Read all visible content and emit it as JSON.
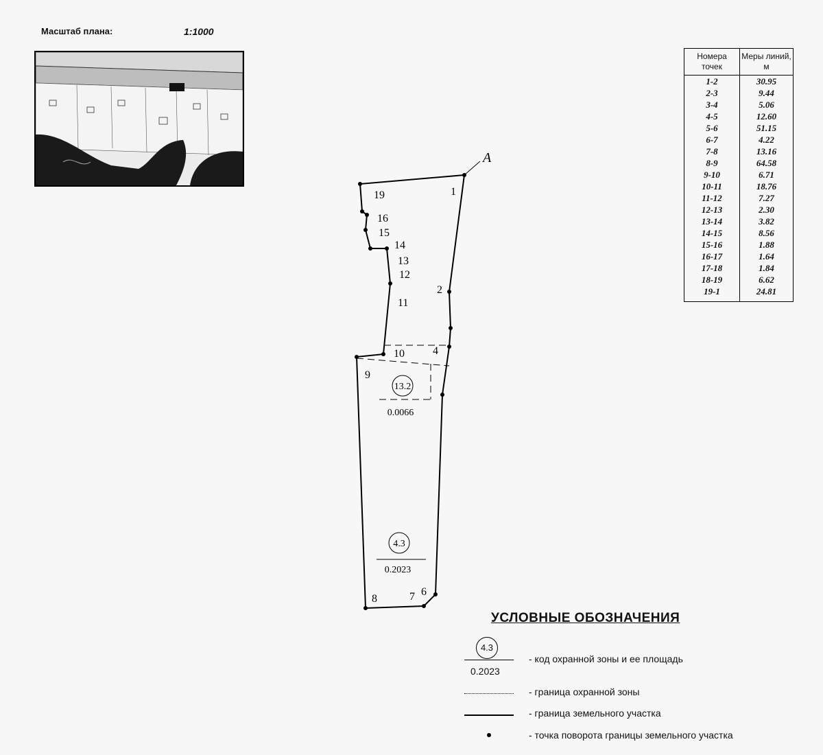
{
  "scale": {
    "label": "Масштаб плана:",
    "value": "1:1000"
  },
  "north_marker": "A",
  "points": [
    "1",
    "2",
    "4",
    "6",
    "7",
    "8",
    "9",
    "10",
    "11",
    "12",
    "13",
    "14",
    "15",
    "16",
    "19"
  ],
  "zones": [
    {
      "code": "13.2",
      "area": "0.0066"
    },
    {
      "code": "4.3",
      "area": "0.2023"
    }
  ],
  "table": {
    "header_points": "Номера точек",
    "header_lengths": "Меры линий, м",
    "rows": [
      {
        "seg": "1-2",
        "len": "30.95"
      },
      {
        "seg": "2-3",
        "len": "9.44"
      },
      {
        "seg": "3-4",
        "len": "5.06"
      },
      {
        "seg": "4-5",
        "len": "12.60"
      },
      {
        "seg": "5-6",
        "len": "51.15"
      },
      {
        "seg": "6-7",
        "len": "4.22"
      },
      {
        "seg": "7-8",
        "len": "13.16"
      },
      {
        "seg": "8-9",
        "len": "64.58"
      },
      {
        "seg": "9-10",
        "len": "6.71"
      },
      {
        "seg": "10-11",
        "len": "18.76"
      },
      {
        "seg": "11-12",
        "len": "7.27"
      },
      {
        "seg": "12-13",
        "len": "2.30"
      },
      {
        "seg": "13-14",
        "len": "3.82"
      },
      {
        "seg": "14-15",
        "len": "8.56"
      },
      {
        "seg": "15-16",
        "len": "1.88"
      },
      {
        "seg": "16-17",
        "len": "1.64"
      },
      {
        "seg": "17-18",
        "len": "1.84"
      },
      {
        "seg": "18-19",
        "len": "6.62"
      },
      {
        "seg": "19-1",
        "len": "24.81"
      }
    ]
  },
  "legend": {
    "title": "УСЛОВНЫЕ ОБОЗНАЧЕНИЯ",
    "zone_code_example": "4.3",
    "zone_area_example": "0.2023",
    "zone_code_text": "- код охранной зоны и ее площадь",
    "zone_boundary_text": "- граница охранной зоны",
    "parcel_boundary_text": "- граница земельного участка",
    "turn_point_text": "- точка поворота границы земельного участка"
  }
}
